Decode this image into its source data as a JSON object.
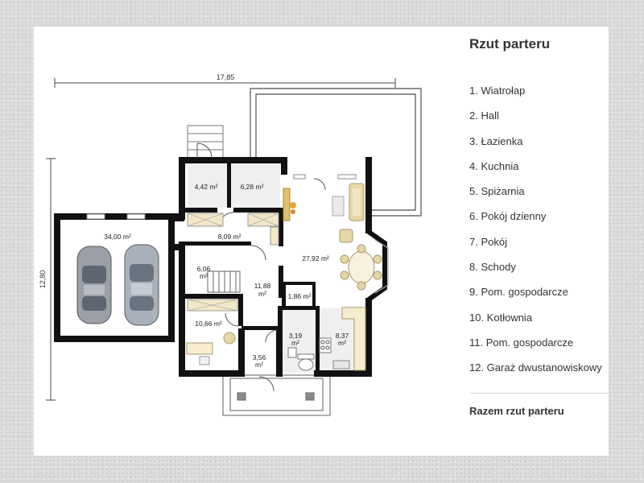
{
  "plan": {
    "dim_width": "17,85",
    "dim_height": "12,80",
    "room_labels": [
      {
        "id": "garage",
        "text": "34,00 m²"
      },
      {
        "id": "wc-top",
        "text": "4,42 m²"
      },
      {
        "id": "bathroom",
        "text": "6,28 m²"
      },
      {
        "id": "hall-top",
        "text": "8,09 m²"
      },
      {
        "id": "vestibule-a",
        "text": "6,06"
      },
      {
        "id": "vestibule-b",
        "text": "m²"
      },
      {
        "id": "living",
        "text": "27,92 m²"
      },
      {
        "id": "hall-a",
        "text": "11,88"
      },
      {
        "id": "hall-b",
        "text": "m²"
      },
      {
        "id": "pantry",
        "text": "1,86 m²"
      },
      {
        "id": "room",
        "text": "10,66 m²"
      },
      {
        "id": "wc-a",
        "text": "3,19"
      },
      {
        "id": "wc-b",
        "text": "m²"
      },
      {
        "id": "kitchen-a",
        "text": "8,37"
      },
      {
        "id": "kitchen-b",
        "text": "m²"
      },
      {
        "id": "stairs-a",
        "text": "3,56"
      },
      {
        "id": "stairs-b",
        "text": "m²"
      }
    ]
  },
  "legend": {
    "title": "Rzut parteru",
    "items": [
      "1. Wiatrołap",
      "2. Hall",
      "3. Łazienka",
      "4. Kuchnia",
      "5. Spiżarnia",
      "6. Pokój dzienny",
      "7. Pokój",
      "8. Schody",
      "9. Pom. gospodarcze",
      "10. Kotłownia",
      "11. Pom. gospodarcze",
      "12. Garaż dwustanowiskowy"
    ],
    "total_label": "Razem rzut parteru"
  }
}
